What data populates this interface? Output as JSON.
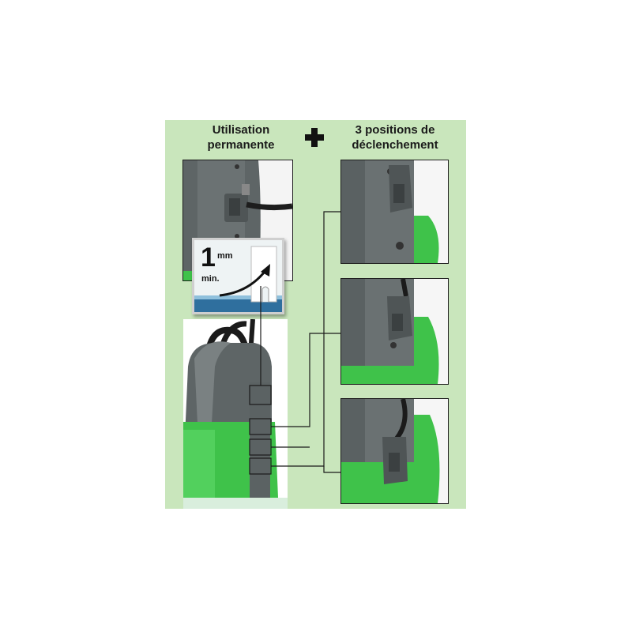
{
  "headings": {
    "left_line1": "Utilisation",
    "left_line2": "permanente",
    "right_line1": "3 positions de",
    "right_line2": "déclenchement"
  },
  "inset": {
    "number": "1",
    "unit": "mm",
    "qualifier": "min."
  },
  "icons": [
    "plus-icon",
    "arrow-up-icon"
  ],
  "colors": {
    "panel_background": "#c9e6bc",
    "pump_green": "#3fc24a",
    "pump_grey": "#5e6566",
    "water_blue": "#2f6f9e"
  }
}
